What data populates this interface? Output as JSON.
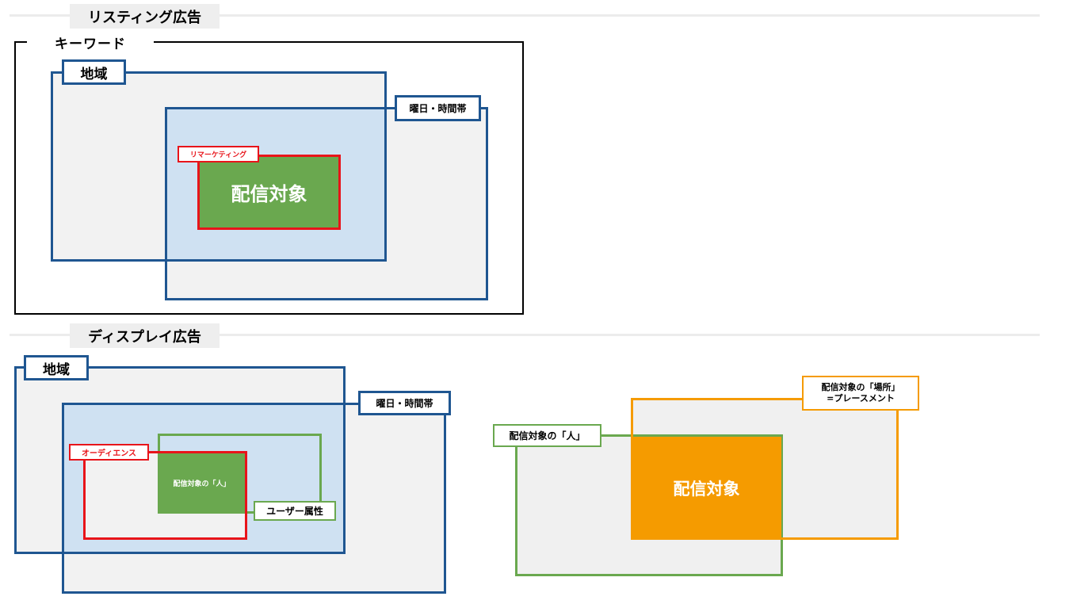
{
  "listing": {
    "title": "リスティング広告",
    "keyword_label": "キーワード",
    "region_label": "地域",
    "day_time_label": "曜日・時間帯",
    "remarketing_label": "リマーケティング",
    "target_label": "配信対象"
  },
  "display": {
    "title": "ディスプレイ広告",
    "left": {
      "region_label": "地域",
      "day_time_label": "曜日・時間帯",
      "audience_label": "オーディエンス",
      "user_attr_label": "ユーザー属性",
      "target_label": "配信対象の「人」"
    },
    "right": {
      "person_label": "配信対象の「人」",
      "place_label_line1": "配信対象の「場所」",
      "place_label_line2": "=プレースメント",
      "target_label": "配信対象"
    }
  },
  "colors": {
    "blue_border": "#1f5691",
    "light_blue_fill": "#cfe1f2",
    "gray_fill": "#f2f2f2",
    "red": "#e8141a",
    "green": "#6aa84f",
    "orange": "#f59b00"
  }
}
